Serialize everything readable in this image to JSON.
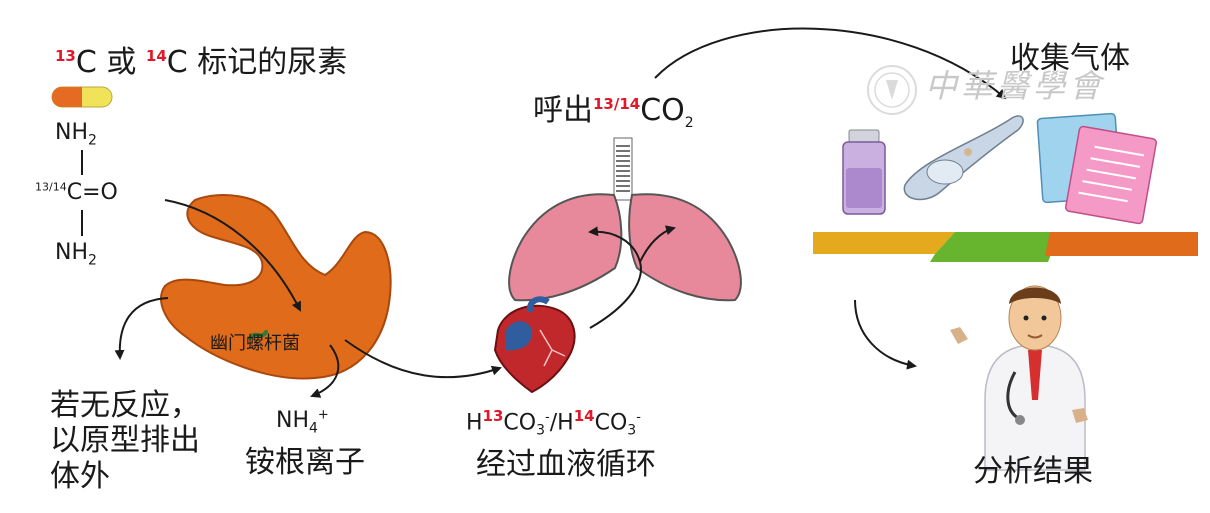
{
  "title": {
    "iso13": "13",
    "c_or": "C 或 ",
    "iso14": "14",
    "rest": "C 标记的尿素"
  },
  "urea": {
    "nh2_top": "NH",
    "nh2_top_sub": "2",
    "iso_prefix": "13/14",
    "carbonyl": "C=O",
    "nh2_bottom": "NH",
    "nh2_bottom_sub": "2"
  },
  "bacteria_label": "幽门螺杆菌",
  "no_reaction": {
    "line1": "若无反应，",
    "line2": "以原型排出",
    "line3": "体外"
  },
  "ammonium": {
    "formula": "NH",
    "sub": "4",
    "sup": "+",
    "label": "铵根离子"
  },
  "exhale": {
    "prefix": "呼出",
    "iso": "13/14",
    "formula": "CO",
    "sub": "2"
  },
  "bicarbonate": {
    "h1": "H",
    "iso1": "13",
    "co1": "CO",
    "sub1": "3",
    "sup1": "-",
    "slash": "/H",
    "iso2": "14",
    "co2": "CO",
    "sub2": "3",
    "sup2": "-"
  },
  "circulation_label": "经过血液循环",
  "collect_label": "收集气体",
  "result_label": "分析结果",
  "watermark_text": "中華醫學會",
  "colors": {
    "stomach": "#e06b1a",
    "lungs": "#e8899b",
    "heart": "#c0282c",
    "isotope_red": "#e0182a",
    "bar_yellow": "#e5a91d",
    "bar_green": "#67b52f",
    "bar_orange": "#e06b1a"
  }
}
